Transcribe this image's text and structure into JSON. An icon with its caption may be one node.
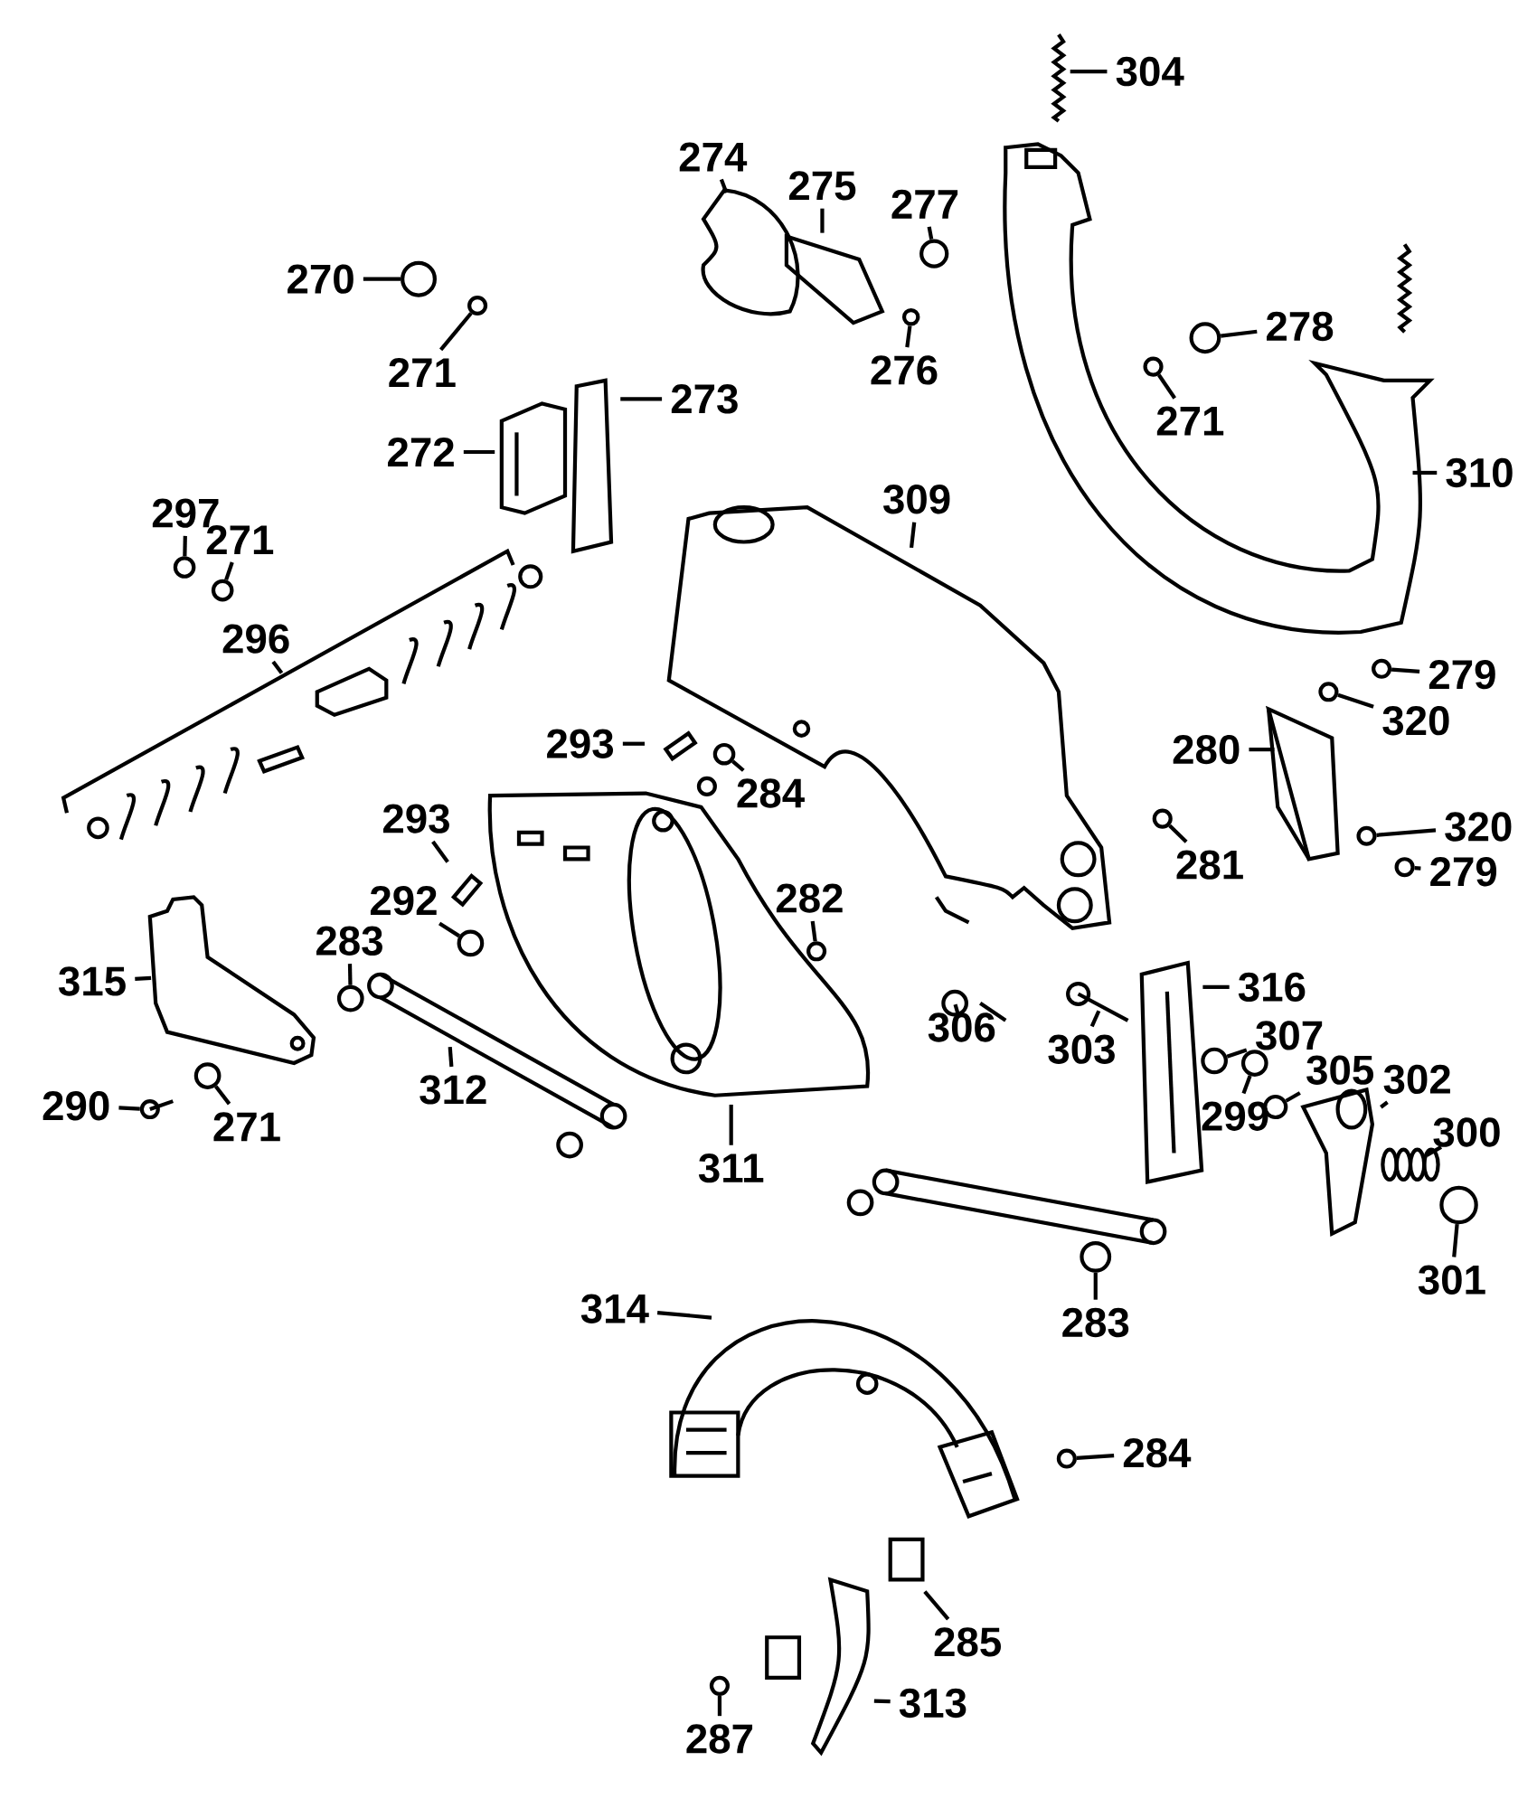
{
  "diagram": {
    "nodes": [
      {
        "text": [
          "304"
        ]
      },
      {
        "text": [
          "274"
        ]
      },
      {
        "text": [
          "275"
        ]
      },
      {
        "text": [
          "277"
        ]
      },
      {
        "text": [
          "270"
        ]
      },
      {
        "text": [
          "278"
        ]
      },
      {
        "text": [
          "271"
        ]
      },
      {
        "text": [
          "276"
        ]
      },
      {
        "text": [
          "273"
        ]
      },
      {
        "text": [
          "271"
        ]
      },
      {
        "text": [
          "272"
        ]
      },
      {
        "text": [
          "310"
        ]
      },
      {
        "text": [
          "309"
        ]
      },
      {
        "text": [
          "297"
        ]
      },
      {
        "text": [
          "271"
        ]
      },
      {
        "text": [
          "296"
        ]
      },
      {
        "text": [
          "279"
        ]
      },
      {
        "text": [
          "320"
        ]
      },
      {
        "text": [
          "293"
        ]
      },
      {
        "text": [
          "280"
        ]
      },
      {
        "text": [
          "284"
        ]
      },
      {
        "text": [
          "293"
        ]
      },
      {
        "text": [
          "320"
        ]
      },
      {
        "text": [
          "281"
        ]
      },
      {
        "text": [
          "279"
        ]
      },
      {
        "text": [
          "292"
        ]
      },
      {
        "text": [
          "282"
        ]
      },
      {
        "text": [
          "283"
        ]
      },
      {
        "text": [
          "315"
        ]
      },
      {
        "text": [
          "316"
        ]
      },
      {
        "text": [
          "306"
        ]
      },
      {
        "text": [
          "307"
        ]
      },
      {
        "text": [
          "303"
        ]
      },
      {
        "text": [
          "305"
        ]
      },
      {
        "text": [
          "302"
        ]
      },
      {
        "text": [
          "312"
        ]
      },
      {
        "text": [
          "290"
        ]
      },
      {
        "text": [
          "271"
        ]
      },
      {
        "text": [
          "299"
        ]
      },
      {
        "text": [
          "300"
        ]
      },
      {
        "text": [
          "311"
        ]
      },
      {
        "text": [
          "301"
        ]
      },
      {
        "text": [
          "314"
        ]
      },
      {
        "text": [
          "283"
        ]
      },
      {
        "text": [
          "284"
        ]
      },
      {
        "text": [
          "285"
        ]
      },
      {
        "text": [
          "313"
        ]
      },
      {
        "text": [
          "287"
        ]
      },
      {
        "text": [],
        "shape": "circle"
      },
      {
        "text": [],
        "shape": "circle"
      },
      {
        "text": [],
        "shape": "circle"
      },
      {
        "text": [],
        "shape": "circle"
      },
      {
        "text": [],
        "shape": "circle"
      },
      {
        "text": [],
        "shape": "circle"
      },
      {
        "text": [],
        "shape": "circle"
      },
      {
        "text": [],
        "shape": "circle"
      },
      {
        "text": [],
        "shape": "circle"
      },
      {
        "text": [],
        "shape": "circle"
      },
      {
        "text": [],
        "shape": "circle"
      },
      {
        "text": [],
        "shape": "circle"
      },
      {
        "text": [],
        "shape": "circle"
      },
      {
        "text": [],
        "shape": "circle"
      },
      {
        "text": [],
        "shape": "circle"
      },
      {
        "text": [],
        "shape": "circle"
      },
      {
        "text": [],
        "shape": "circle"
      },
      {
        "text": [],
        "shape": "circle"
      },
      {
        "text": [],
        "shape": "circle"
      },
      {
        "text": [],
        "shape": "circle"
      },
      {
        "text": [],
        "shape": "circle"
      },
      {
        "text": [],
        "shape": "circle"
      },
      {
        "text": [],
        "shape": "circle"
      },
      {
        "text": [],
        "shape": "circle"
      },
      {
        "text": [],
        "shape": "circle"
      },
      {
        "text": [],
        "shape": "circle"
      },
      {
        "text": [],
        "shape": "circle"
      },
      {
        "text": [],
        "shape": "spring"
      }
    ],
    "edges": [
      {
        "from": 0,
        "to": null,
        "arrow": "none"
      },
      {
        "from": 1,
        "to": null,
        "arrow": "none"
      },
      {
        "from": 2,
        "to": null,
        "arrow": "none"
      },
      {
        "from": 3,
        "to": 48,
        "arrow": "none"
      },
      {
        "from": 4,
        "to": 49,
        "arrow": "none"
      },
      {
        "from": 5,
        "to": 50,
        "arrow": "none"
      },
      {
        "from": 6,
        "to": 51,
        "arrow": "none"
      },
      {
        "from": 7,
        "to": 52,
        "arrow": "none"
      },
      {
        "from": 8,
        "to": null,
        "arrow": "none"
      },
      {
        "from": 9,
        "to": 53,
        "arrow": "none"
      },
      {
        "from": 10,
        "to": null,
        "arrow": "none"
      },
      {
        "from": 11,
        "to": null,
        "arrow": "none"
      },
      {
        "from": 12,
        "to": null,
        "arrow": "none"
      },
      {
        "from": 13,
        "to": 54,
        "arrow": "none"
      },
      {
        "from": 14,
        "to": 55,
        "arrow": "none"
      },
      {
        "from": 15,
        "to": null,
        "arrow": "none"
      },
      {
        "from": 16,
        "to": 56,
        "arrow": "none"
      },
      {
        "from": 17,
        "to": 57,
        "arrow": "none"
      },
      {
        "from": 18,
        "to": null,
        "arrow": "none"
      },
      {
        "from": 19,
        "to": null,
        "arrow": "none"
      },
      {
        "from": 20,
        "to": 58,
        "arrow": "none"
      },
      {
        "from": 21,
        "to": null,
        "arrow": "none"
      },
      {
        "from": 22,
        "to": 59,
        "arrow": "none"
      },
      {
        "from": 23,
        "to": 60,
        "arrow": "none"
      },
      {
        "from": 24,
        "to": 61,
        "arrow": "none"
      },
      {
        "from": 25,
        "to": 62,
        "arrow": "none"
      },
      {
        "from": 26,
        "to": 63,
        "arrow": "none"
      },
      {
        "from": 27,
        "to": 64,
        "arrow": "none"
      },
      {
        "from": 28,
        "to": null,
        "arrow": "none"
      },
      {
        "from": 29,
        "to": null,
        "arrow": "none"
      },
      {
        "from": 30,
        "to": 65,
        "arrow": "none"
      },
      {
        "from": 31,
        "to": 66,
        "arrow": "none"
      },
      {
        "from": 32,
        "to": null,
        "arrow": "none"
      },
      {
        "from": 33,
        "to": 67,
        "arrow": "none"
      },
      {
        "from": 34,
        "to": null,
        "arrow": "none"
      },
      {
        "from": 35,
        "to": null,
        "arrow": "none"
      },
      {
        "from": 36,
        "to": 68,
        "arrow": "none"
      },
      {
        "from": 37,
        "to": 69,
        "arrow": "none"
      },
      {
        "from": 38,
        "to": 70,
        "arrow": "none"
      },
      {
        "from": 39,
        "to": 75,
        "arrow": "none"
      },
      {
        "from": 40,
        "to": null,
        "arrow": "none"
      },
      {
        "from": 41,
        "to": 71,
        "arrow": "none"
      },
      {
        "from": 42,
        "to": null,
        "arrow": "none"
      },
      {
        "from": 43,
        "to": 72,
        "arrow": "none"
      },
      {
        "from": 44,
        "to": 73,
        "arrow": "none"
      },
      {
        "from": 45,
        "to": null,
        "arrow": "none"
      },
      {
        "from": 46,
        "to": null,
        "arrow": "none"
      },
      {
        "from": 47,
        "to": 74,
        "arrow": "none"
      }
    ]
  }
}
